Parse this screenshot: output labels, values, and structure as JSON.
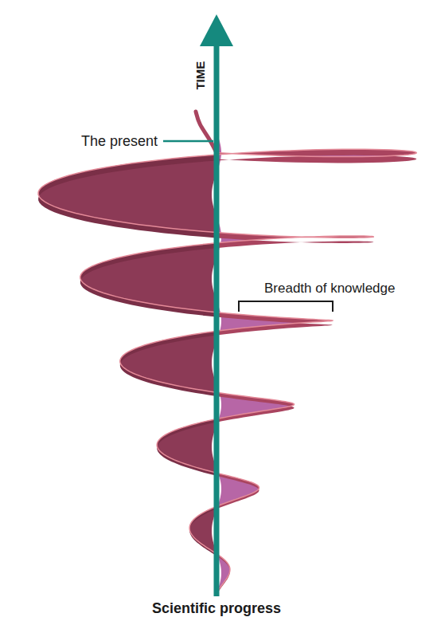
{
  "diagram": {
    "caption": "Scientific progress",
    "labels": [
      "TIME",
      "The present",
      "Breadth of knowledge"
    ]
  }
}
